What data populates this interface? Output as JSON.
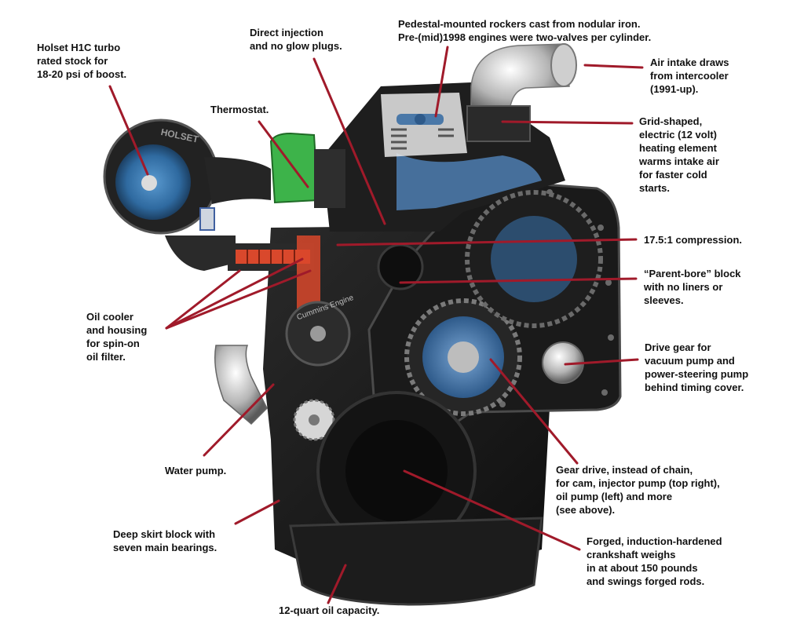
{
  "title": "",
  "colors": {
    "leader_line": "#a01a2a",
    "engine_body": "#161616",
    "engine_highlight": "#3a3a3a",
    "coolant_green": "#3db34a",
    "cutaway_blue": "#4a78a8",
    "oil_cooler_red": "#d9482c",
    "chrome": "#c9c9c9",
    "text": "#111111"
  },
  "engine_markings": {
    "turbo_brand": "HOLSET",
    "gear_case_brand": "Cummins Engine"
  },
  "callouts": [
    {
      "id": "turbo",
      "text": "Holset H1C turbo\nrated stock for\n18-20 psi of boost.",
      "icon": "turbocharger"
    },
    {
      "id": "injection",
      "text": "Direct injection\nand no glow plugs.",
      "icon": "fuel-injector"
    },
    {
      "id": "rockers",
      "text": "Pedestal-mounted rockers cast from nodular iron.\nPre-(mid)1998 engines were two-valves per cylinder.",
      "icon": "rocker-arm"
    },
    {
      "id": "air-intake",
      "text": "Air intake draws\nfrom intercooler\n(1991-up).",
      "icon": "intake-elbow"
    },
    {
      "id": "thermostat",
      "text": "Thermostat.",
      "icon": "thermostat"
    },
    {
      "id": "grid-heater",
      "text": "Grid-shaped,\nelectric (12 volt)\nheating element\nwarms intake air\nfor faster cold\nstarts.",
      "icon": "grid-heater"
    },
    {
      "id": "compression",
      "text": "17.5:1 compression.",
      "icon": "cylinder"
    },
    {
      "id": "parent-bore",
      "text": "“Parent-bore” block\nwith no liners or\nsleeves.",
      "icon": "cylinder-bore"
    },
    {
      "id": "oil-cooler",
      "text": "Oil cooler\nand housing\nfor spin-on\noil filter.",
      "icon": "oil-cooler"
    },
    {
      "id": "drive-gear",
      "text": "Drive gear for\nvacuum pump and\npower-steering pump\nbehind timing cover.",
      "icon": "drive-gear"
    },
    {
      "id": "water-pump",
      "text": "Water pump.",
      "icon": "water-pump"
    },
    {
      "id": "gear-drive",
      "text": "Gear drive, instead of chain,\nfor cam, injector pump (top right),\noil pump (left) and more\n(see above).",
      "icon": "gear-train"
    },
    {
      "id": "deep-skirt",
      "text": "Deep skirt block with\nseven main bearings.",
      "icon": "engine-block"
    },
    {
      "id": "crankshaft",
      "text": "Forged, induction-hardened\ncrankshaft weighs\nin at about 150 pounds\nand swings forged rods.",
      "icon": "crankshaft"
    },
    {
      "id": "oil-capacity",
      "text": "12-quart oil capacity.",
      "icon": "oil-pan"
    }
  ]
}
